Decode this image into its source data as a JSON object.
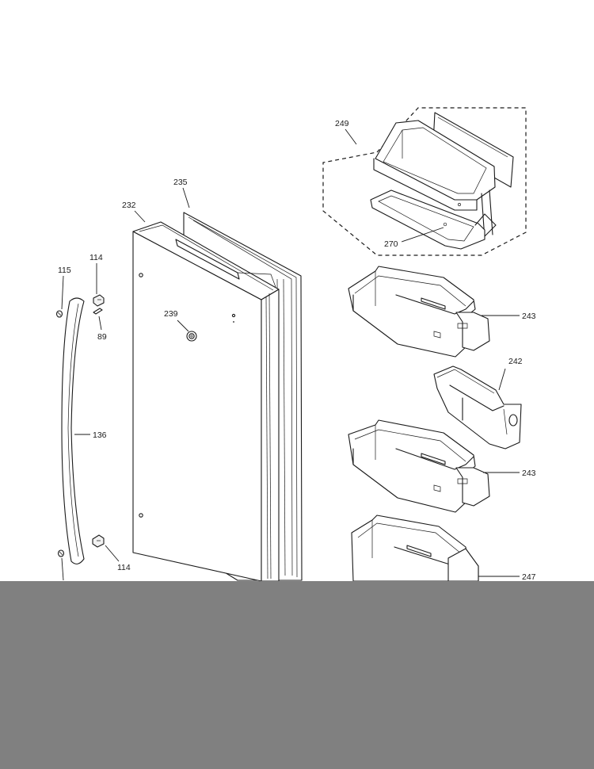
{
  "parts": {
    "handle": "136",
    "screw_115": "115",
    "screw_114_top": "114",
    "pin_89": "89",
    "screw_114_bottom": "114",
    "door": "232",
    "gasket": "235",
    "badge": "239",
    "dairy_assembly": "249",
    "dairy_part": "270",
    "bin_upper": "243",
    "small_bin": "242",
    "bin_lower": "243",
    "bin_bottom_partial": "247"
  },
  "colors": {
    "line": "#1a1a1a",
    "paper": "#ffffff",
    "occluder": "#808080"
  }
}
